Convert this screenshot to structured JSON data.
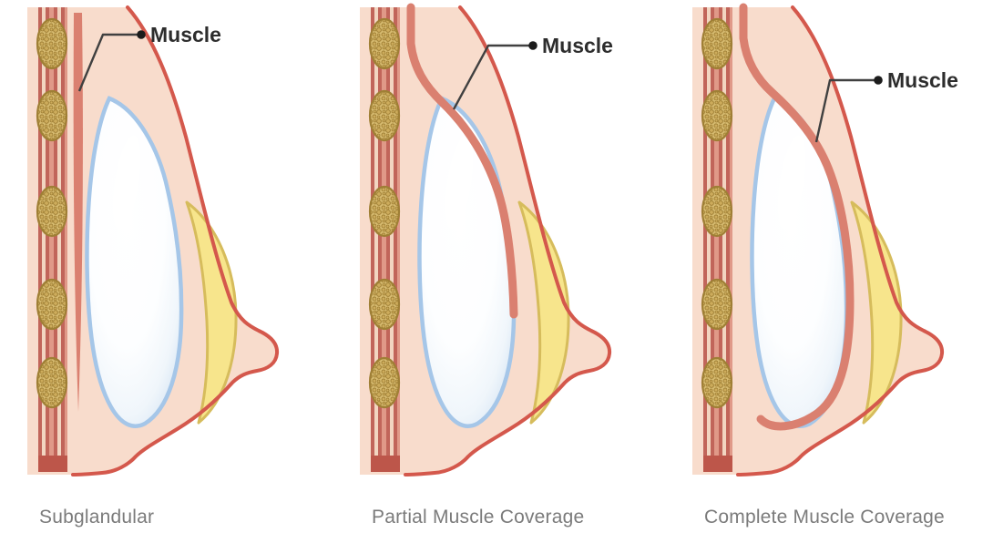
{
  "panels": [
    {
      "caption": "Subglandular",
      "muscle_label": "Muscle",
      "placement": "implant over muscle, under gland"
    },
    {
      "caption": "Partial Muscle Coverage",
      "muscle_label": "Muscle",
      "placement": "muscle covers upper pole of implant"
    },
    {
      "caption": "Complete Muscle Coverage",
      "muscle_label": "Muscle",
      "placement": "muscle fully wraps implant"
    }
  ],
  "colors": {
    "background": "#FFFFFF",
    "skin_fill": "#F8DCCC",
    "skin_outline": "#D4584C",
    "muscle": "#DA8070",
    "chest_stripe_dark": "#C1655A",
    "chest_stripe_light": "#F2D5C1",
    "chest_stripe_base": "#E09988",
    "chest_base_band": "#BD564A",
    "rib_fill": "#D7BB70",
    "rib_outline": "#9F7F35",
    "implant_outline": "#A5C6E8",
    "implant_edge_tint": "#CEE0F2",
    "gland_fill": "#F7E58C",
    "gland_outline": "#D6BC5C",
    "pointer_line": "#404040",
    "label_text": "#2D2D2D",
    "caption_text": "#7B7B7B"
  }
}
